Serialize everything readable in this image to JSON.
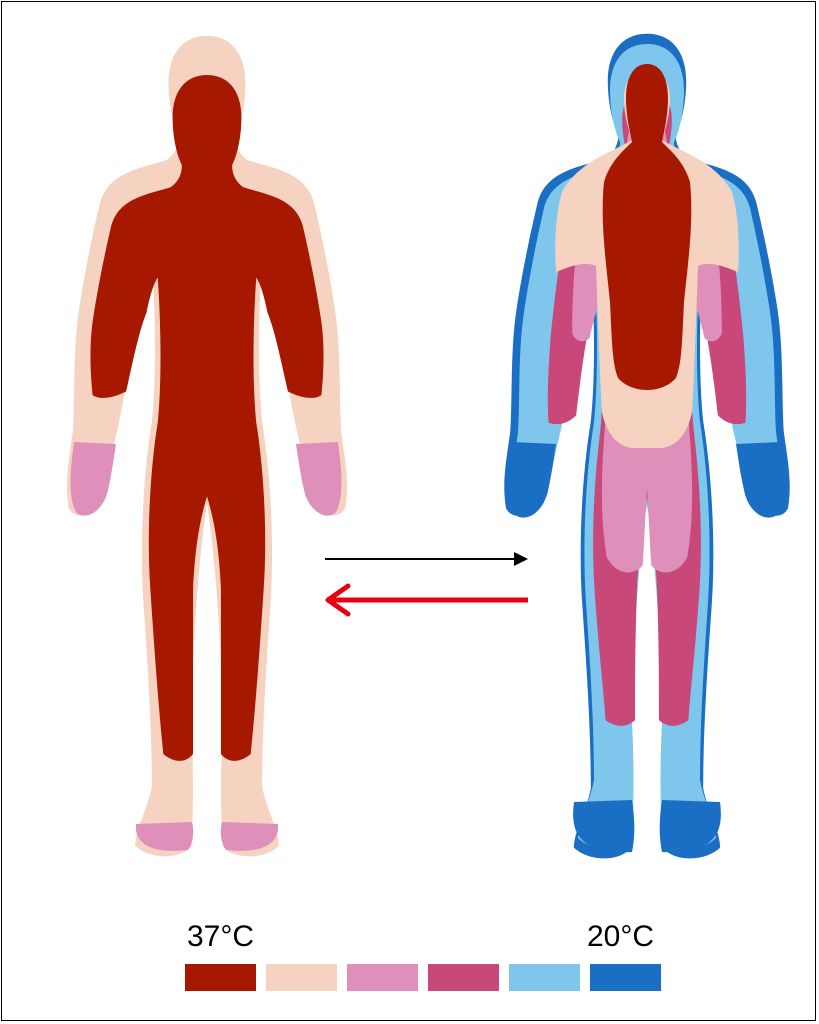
{
  "scale": {
    "warm_label": "37°C",
    "cold_label": "20°C",
    "swatches": [
      {
        "name": "deep-red",
        "color": "#a61800"
      },
      {
        "name": "peach",
        "color": "#f6d3c0"
      },
      {
        "name": "light-pink",
        "color": "#de8fba"
      },
      {
        "name": "magenta",
        "color": "#c84879"
      },
      {
        "name": "light-blue",
        "color": "#7ec6ec"
      },
      {
        "name": "blue",
        "color": "#1a6ec4"
      }
    ]
  },
  "arrows": {
    "heat_flow_color": "#e8000f",
    "thin_color": "#000000"
  },
  "figures": {
    "warm_body": "core-temperature-37",
    "cold_body": "exposed-20"
  }
}
